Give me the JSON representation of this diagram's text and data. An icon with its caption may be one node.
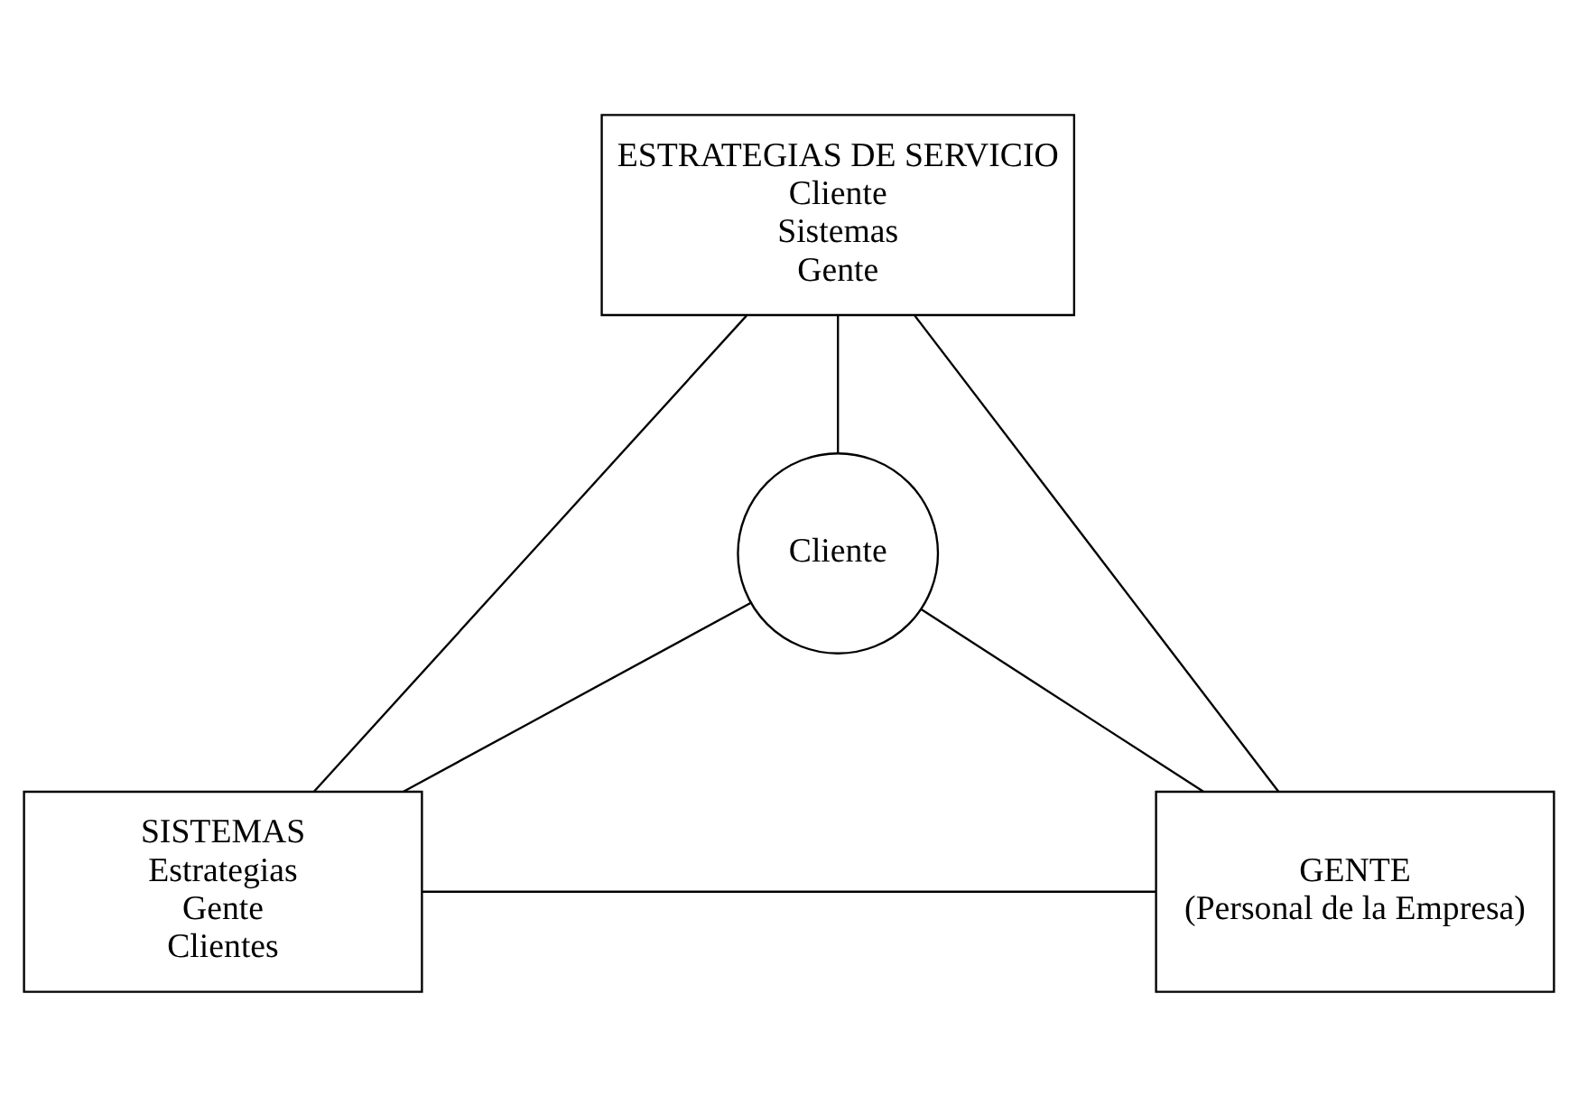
{
  "diagram": {
    "nodes": [
      {
        "text": [
          "ESTRATEGIAS DE SERVICIO",
          "Cliente",
          "Sistemas",
          "Gente"
        ]
      },
      {
        "text": [
          "Cliente"
        ]
      },
      {
        "text": [
          "SISTEMAS",
          "Estrategias",
          "Gente",
          "Clientes"
        ]
      },
      {
        "text": [
          "GENTE",
          "(Personal de la Empresa)"
        ]
      }
    ],
    "edges": [
      {
        "from": 0,
        "to": 1,
        "arrow": "none"
      },
      {
        "from": 0,
        "to": 2,
        "arrow": "none"
      },
      {
        "from": 0,
        "to": 3,
        "arrow": "none"
      },
      {
        "from": 1,
        "to": 2,
        "arrow": "none"
      },
      {
        "from": 1,
        "to": 3,
        "arrow": "none"
      },
      {
        "from": 2,
        "to": 3,
        "arrow": "none"
      }
    ]
  }
}
